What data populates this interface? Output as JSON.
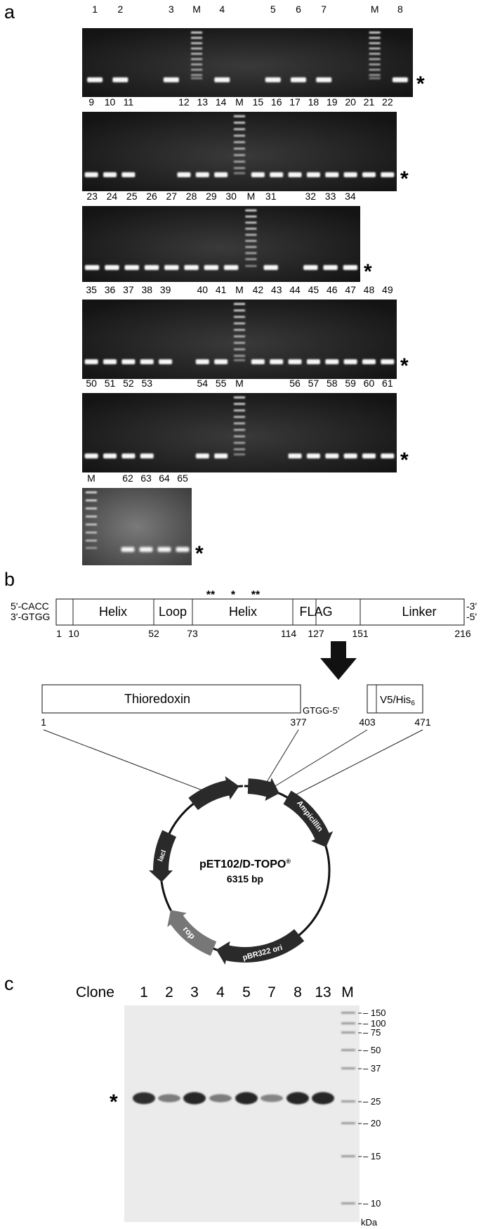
{
  "panels": {
    "a": "a",
    "b": "b",
    "c": "c"
  },
  "gels": [
    {
      "lanes": [
        "1",
        "2",
        "",
        "3",
        "M",
        "4",
        "",
        "5",
        "6",
        "7",
        "",
        "M",
        "8"
      ],
      "bands": [
        1,
        1,
        0,
        1,
        0,
        1,
        0,
        1,
        1,
        1,
        0,
        0,
        1
      ],
      "marker": "*"
    },
    {
      "lanes": [
        "9",
        "10",
        "11",
        "",
        "",
        "12",
        "13",
        "14",
        "M",
        "15",
        "16",
        "17",
        "18",
        "19",
        "20",
        "21",
        "22"
      ],
      "bands": [
        1,
        1,
        1,
        0,
        0,
        1,
        1,
        1,
        0,
        1,
        1,
        1,
        1,
        1,
        1,
        1,
        1
      ],
      "marker": "*"
    },
    {
      "lanes": [
        "23",
        "24",
        "25",
        "26",
        "27",
        "28",
        "29",
        "30",
        "M",
        "31",
        "",
        "32",
        "33",
        "34"
      ],
      "bands": [
        1,
        1,
        1,
        1,
        1,
        1,
        1,
        1,
        0,
        1,
        0,
        1,
        1,
        1
      ],
      "marker": "*"
    },
    {
      "lanes": [
        "35",
        "36",
        "37",
        "38",
        "39",
        "",
        "40",
        "41",
        "M",
        "42",
        "43",
        "44",
        "45",
        "46",
        "47",
        "48",
        "49"
      ],
      "bands": [
        1,
        1,
        1,
        1,
        1,
        0,
        1,
        1,
        0,
        1,
        1,
        1,
        1,
        1,
        1,
        1,
        1
      ],
      "marker": "*"
    },
    {
      "lanes": [
        "50",
        "51",
        "52",
        "53",
        "",
        "",
        "54",
        "55",
        "M",
        "",
        "",
        "56",
        "57",
        "58",
        "59",
        "60",
        "61"
      ],
      "bands": [
        1,
        1,
        1,
        1,
        0,
        0,
        1,
        1,
        0,
        0,
        0,
        1,
        1,
        1,
        1,
        1,
        1
      ],
      "marker": "*"
    },
    {
      "lanes": [
        "M",
        "",
        "62",
        "63",
        "64",
        "65"
      ],
      "bands": [
        0,
        0,
        1,
        1,
        1,
        1
      ],
      "marker": "*"
    }
  ],
  "insert": {
    "left_top": "5'-CACC",
    "left_bottom": "3'-GTGG",
    "right_top": "-3'",
    "right_bottom": "-5'",
    "segments": [
      "Helix",
      "Loop",
      "Helix",
      "FLAG",
      "Linker"
    ],
    "stars": [
      "**",
      "*",
      "**"
    ],
    "positions": [
      "1",
      "10",
      "52",
      "73",
      "114",
      "127",
      "151",
      "216"
    ]
  },
  "vector": {
    "thioredoxin": "Thioredoxin",
    "gtgg": "GTGG-5'",
    "v5": "V5/His",
    "v5_sub": "6",
    "positions": [
      "1",
      "377",
      "403",
      "471"
    ],
    "plasmid_name": "pET102/D-TOPO",
    "plasmid_reg": "®",
    "plasmid_size": "6315 bp",
    "genes": [
      "Ampicillin",
      "lacI",
      "rop",
      "pBR322 ori"
    ]
  },
  "sds": {
    "clone_label": "Clone",
    "lanes": [
      "1",
      "2",
      "3",
      "4",
      "5",
      "7",
      "8",
      "13",
      "M"
    ],
    "band_strength": [
      0.9,
      0.45,
      0.95,
      0.45,
      0.95,
      0.4,
      0.95,
      0.95,
      0
    ],
    "ladder": [
      "150",
      "100",
      "75",
      "50",
      "37",
      "25",
      "20",
      "15",
      "10"
    ],
    "unit": "kDa",
    "marker": "*"
  }
}
